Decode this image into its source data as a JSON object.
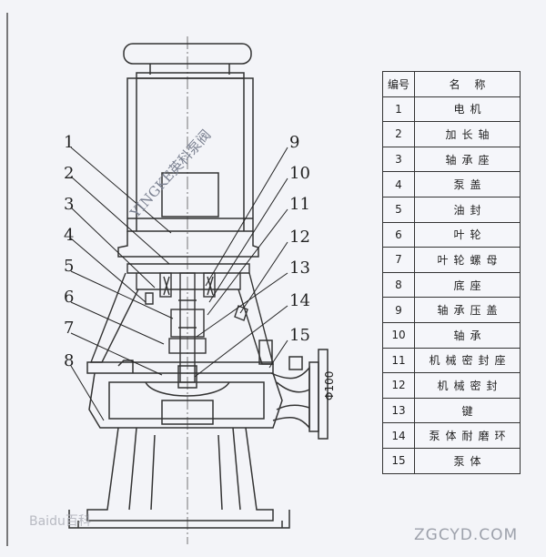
{
  "table": {
    "header": {
      "no": "编号",
      "name": "名  称"
    },
    "rows": [
      {
        "no": "1",
        "name": "电机"
      },
      {
        "no": "2",
        "name": "加长轴"
      },
      {
        "no": "3",
        "name": "轴承座"
      },
      {
        "no": "4",
        "name": "泵盖"
      },
      {
        "no": "5",
        "name": "油封"
      },
      {
        "no": "6",
        "name": "叶轮"
      },
      {
        "no": "7",
        "name": "叶轮螺母"
      },
      {
        "no": "8",
        "name": "底座"
      },
      {
        "no": "9",
        "name": "轴承压盖"
      },
      {
        "no": "10",
        "name": "轴承"
      },
      {
        "no": "11",
        "name": "机械密封座"
      },
      {
        "no": "12",
        "name": "机械密封"
      },
      {
        "no": "13",
        "name": "键"
      },
      {
        "no": "14",
        "name": "泵体耐磨环"
      },
      {
        "no": "15",
        "name": "泵体"
      }
    ]
  },
  "callouts": {
    "left": [
      "1",
      "2",
      "3",
      "4",
      "5",
      "6",
      "7",
      "8"
    ],
    "right": [
      "9",
      "10",
      "11",
      "12",
      "13",
      "14",
      "15"
    ]
  },
  "dimension": "Φ100",
  "watermarks": {
    "motor": "YINGKE英科泵阀",
    "baidu": "Baidu百科",
    "site": "ZGCYD.COM"
  }
}
